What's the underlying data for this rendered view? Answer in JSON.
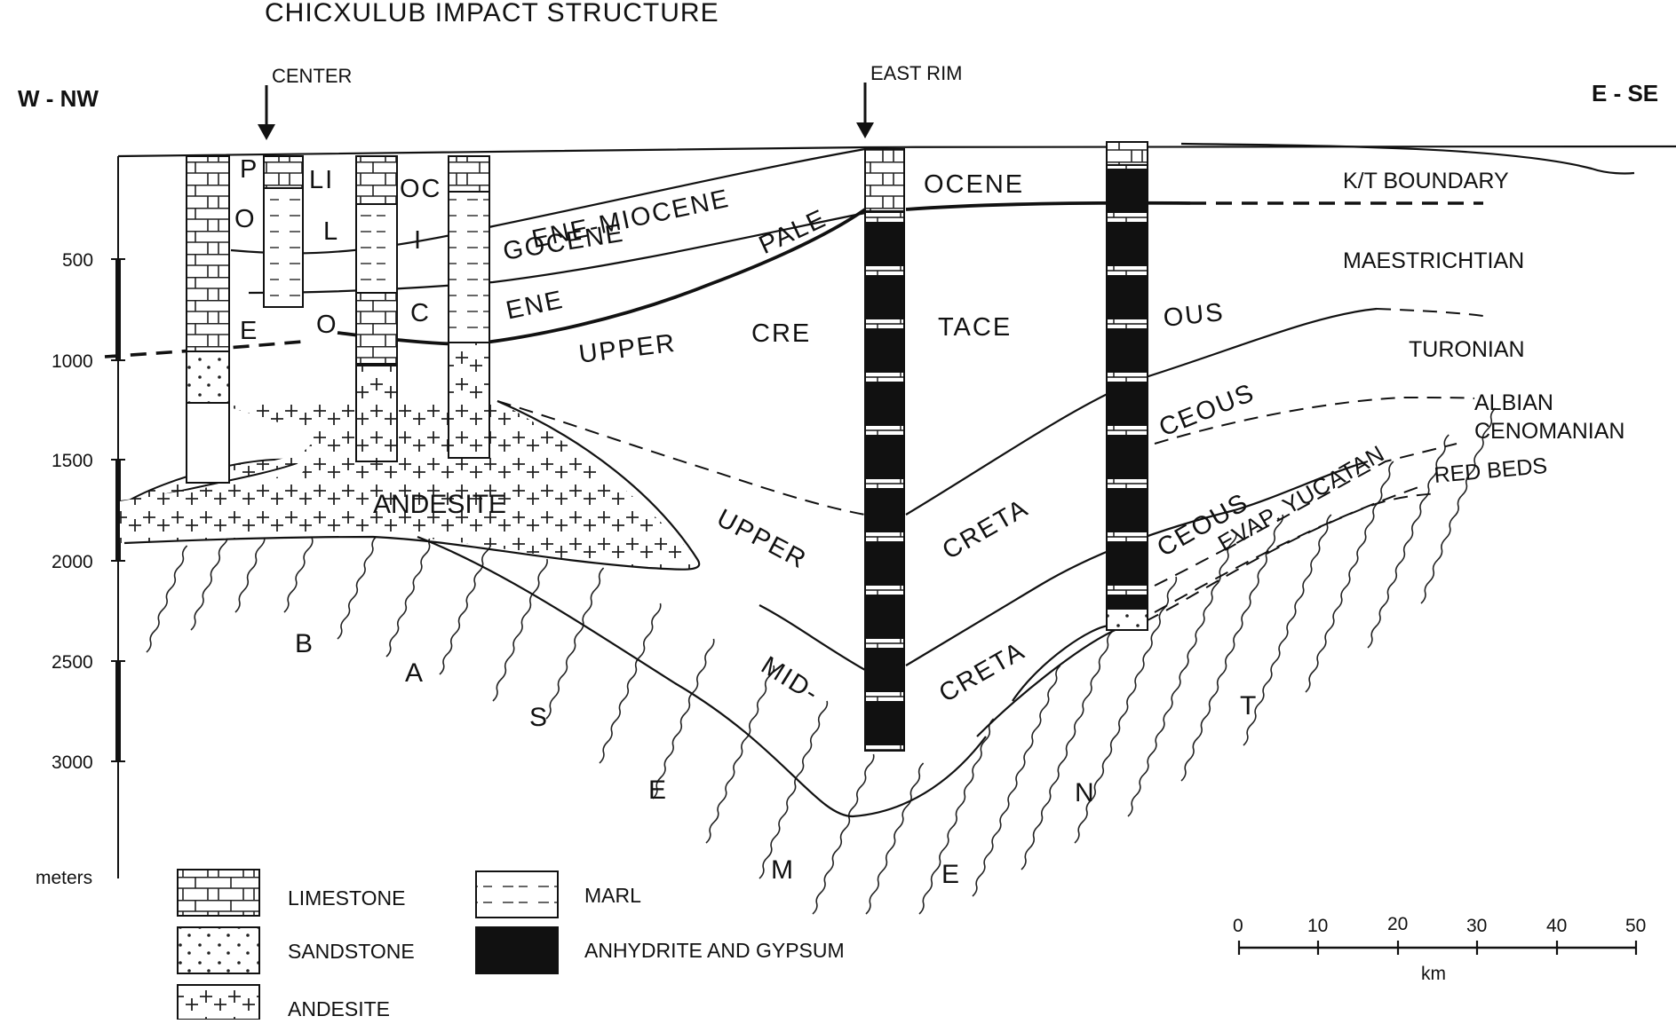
{
  "title": "CHICXULUB IMPACT STRUCTURE",
  "directions": {
    "west": "W - NW",
    "east": "E - SE"
  },
  "markers": {
    "center": "CENTER",
    "east_rim": "EAST RIM"
  },
  "depth_axis": {
    "ticks": [
      "500",
      "1000",
      "1500",
      "2000",
      "2500",
      "3000"
    ],
    "unit": "meters"
  },
  "stages": {
    "kt_boundary": "K/T BOUNDARY",
    "maestrichtian": "MAESTRICHTIAN",
    "turonian": "TURONIAN",
    "albian": "ALBIAN",
    "cenomanian": "CENOMANIAN",
    "red_beds": "RED BEDS"
  },
  "units": {
    "pliocene": [
      "P",
      "LI",
      "OC",
      "ENE-MIOCENE"
    ],
    "oligocene": [
      "O",
      "L",
      "I",
      "GOCENE"
    ],
    "eocene": [
      "E",
      "O",
      "C",
      "ENE"
    ],
    "paleocene_west": "PALE",
    "paleocene_east": "OCENE",
    "upper_cretaceous": [
      "UPPER",
      "CRE",
      "TACE",
      "OUS"
    ],
    "upper_cretaceous_2": [
      "UPPER",
      "CRETA",
      "CEOUS"
    ],
    "mid_cretaceous": [
      "MID-",
      "CRETA",
      "CEOUS"
    ],
    "evap_yucatan": "EVAP. YUCATAN",
    "andesite": "ANDESITE",
    "basement": [
      "B",
      "A",
      "S",
      "E",
      "M",
      "E",
      "N",
      "T"
    ]
  },
  "legend": {
    "limestone": "LIMESTONE",
    "sandstone": "SANDSTONE",
    "andesite": "ANDESITE",
    "marl": "MARL",
    "anhydrite": "ANHYDRITE AND GYPSUM"
  },
  "scale_bar": {
    "ticks": [
      "0",
      "10",
      "20",
      "30",
      "40",
      "50"
    ],
    "unit": "km"
  }
}
